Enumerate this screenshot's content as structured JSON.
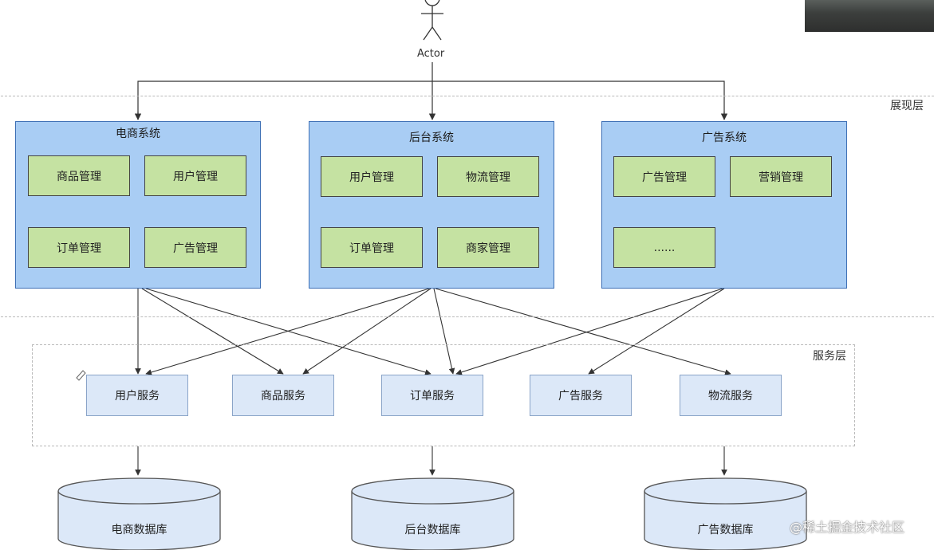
{
  "actor": {
    "label": "Actor"
  },
  "layers": {
    "presentation": "展现层",
    "service": "服务层"
  },
  "systems": [
    {
      "title": "电商系统",
      "modules": [
        "商品管理",
        "用户管理",
        "订单管理",
        "广告管理"
      ]
    },
    {
      "title": "后台系统",
      "modules": [
        "用户管理",
        "物流管理",
        "订单管理",
        "商家管理"
      ]
    },
    {
      "title": "广告系统",
      "modules": [
        "广告管理",
        "营销管理",
        "......"
      ]
    }
  ],
  "services": [
    "用户服务",
    "商品服务",
    "订单服务",
    "广告服务",
    "物流服务"
  ],
  "databases": [
    "电商数据库",
    "后台数据库",
    "广告数据库"
  ],
  "connections": [
    {
      "from": "电商系统",
      "to": [
        "用户服务",
        "商品服务",
        "订单服务"
      ]
    },
    {
      "from": "后台系统",
      "to": [
        "用户服务",
        "商品服务",
        "订单服务",
        "物流服务"
      ]
    },
    {
      "from": "广告系统",
      "to": [
        "订单服务",
        "广告服务"
      ]
    }
  ],
  "watermark": "@稀土掘金技术社区",
  "colors": {
    "system_fill": "#a9cdf4",
    "system_border": "#3d6fb5",
    "module_fill": "#c5e2a2",
    "service_fill": "#dce8f8",
    "db_fill": "#dce8f8",
    "line": "#333333",
    "dashed_border": "#b9b9b9"
  }
}
